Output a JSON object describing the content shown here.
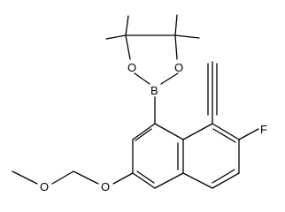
{
  "molecule": {
    "atoms": {
      "boron": "B",
      "dioxaborolane_oxygen_left": "O",
      "dioxaborolane_oxygen_right": "O",
      "fluorine": "F",
      "ether_oxygen_ring": "O",
      "ether_oxygen_methoxy": "O"
    },
    "colors": {
      "bond": "#000000",
      "label": "#000000",
      "background": "#ffffff"
    }
  }
}
